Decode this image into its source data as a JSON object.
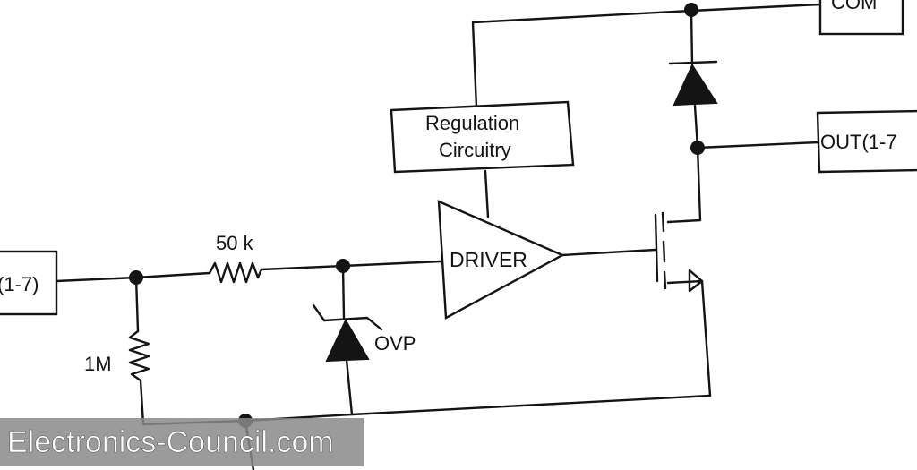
{
  "diagram": {
    "labels": {
      "input_terminal": "(1-7)",
      "resistor_series": "50 k",
      "resistor_shunt": "1M",
      "zener": "OVP",
      "driver": "DRIVER",
      "regulation_line1": "Regulation",
      "regulation_line2": "Circuitry",
      "com_terminal": "COM",
      "out_terminal": "OUT(1-7"
    },
    "watermark": "Electronics-Council.com"
  }
}
